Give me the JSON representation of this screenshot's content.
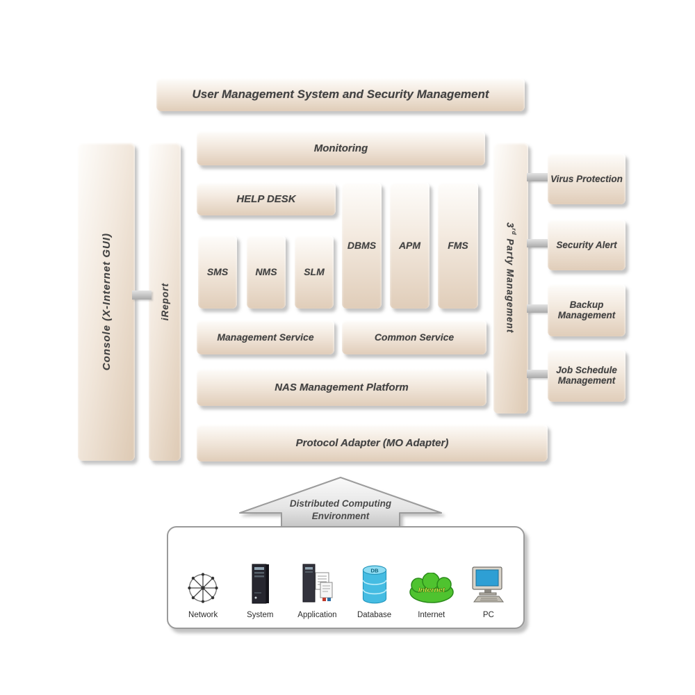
{
  "diagram": {
    "top_bar": {
      "label": "User Management System and Security Management"
    },
    "console_bar": {
      "label": "Console (X-Internet GUI)"
    },
    "ireport_bar": {
      "label": "iReport"
    },
    "monitoring_bar": {
      "label": "Monitoring"
    },
    "help_desk": {
      "label": "HELP DESK"
    },
    "small_boxes": [
      {
        "label": "SMS"
      },
      {
        "label": "NMS"
      },
      {
        "label": "SLM"
      }
    ],
    "tall_boxes": [
      {
        "label": "DBMS"
      },
      {
        "label": "APM"
      },
      {
        "label": "FMS"
      }
    ],
    "management_service": {
      "label": "Management Service"
    },
    "common_service": {
      "label": "Common Service"
    },
    "nas_platform": {
      "label": "NAS Management Platform"
    },
    "protocol_adapter": {
      "label": "Protocol Adapter (MO Adapter)"
    },
    "third_party_bar": {
      "number": "3",
      "ordinal": "rd",
      "rest": " Party Management"
    },
    "right_boxes": [
      {
        "label": "Virus Protection"
      },
      {
        "label": "Security Alert"
      },
      {
        "label": "Backup Management"
      },
      {
        "label": "Job Schedule Management"
      }
    ],
    "arrow": {
      "label_line1": "Distributed Computing",
      "label_line2": "Environment"
    },
    "environment": {
      "items": [
        {
          "label": "Network"
        },
        {
          "label": "System"
        },
        {
          "label": "Application"
        },
        {
          "label": "Database",
          "badge": "DB"
        },
        {
          "label": "Internet",
          "badge": "Internet"
        },
        {
          "label": "PC"
        }
      ]
    }
  }
}
